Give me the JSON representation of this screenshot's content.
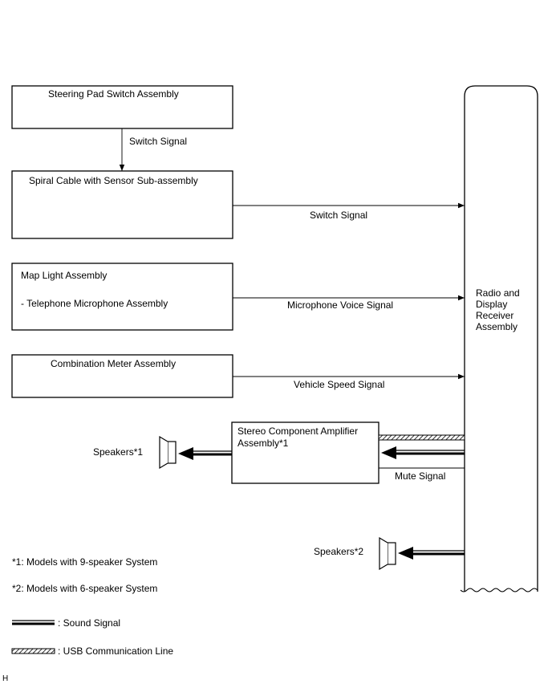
{
  "components": {
    "steering_pad": "Steering Pad Switch Assembly",
    "spiral_cable": "Spiral Cable with Sensor Sub-assembly",
    "map_light_title": "Map Light Assembly",
    "map_light_sub": "- Telephone Microphone Assembly",
    "combination_meter": "Combination Meter Assembly",
    "amplifier_line1": "Stereo Component Amplifier",
    "amplifier_line2": "Assembly*1",
    "radio_line1": "Radio and",
    "radio_line2": "Display",
    "radio_line3": "Receiver",
    "radio_line4": "Assembly"
  },
  "signals": {
    "switch_signal_1": "Switch Signal",
    "switch_signal_2": "Switch Signal",
    "microphone_voice": "Microphone Voice Signal",
    "vehicle_speed": "Vehicle Speed Signal",
    "mute": "Mute Signal"
  },
  "speakers": {
    "speakers_1": "Speakers*1",
    "speakers_2": "Speakers*2"
  },
  "notes": {
    "note_1": "*1: Models with 9-speaker System",
    "note_2": "*2: Models with 6-speaker System"
  },
  "legend": {
    "sound_signal": ": Sound Signal",
    "usb_line": ": USB Communication Line"
  },
  "footer_code": "H"
}
